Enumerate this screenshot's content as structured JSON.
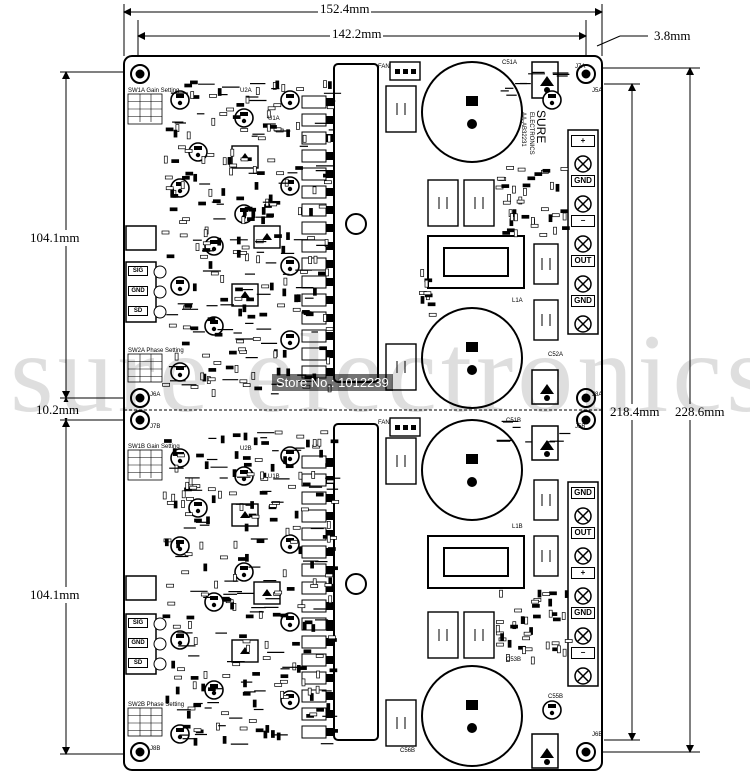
{
  "dimensions": {
    "width_total": "152.4mm",
    "width_holes": "142.2mm",
    "hole_offset": "3.8mm",
    "height_upper": "104.1mm",
    "gap": "10.2mm",
    "height_lower": "104.1mm",
    "height_holes": "218.4mm",
    "height_total": "228.6mm"
  },
  "watermark": {
    "main": "sure electronics",
    "store": "Store No.: 1012239"
  },
  "brand": {
    "name": "SURE",
    "sub": "ELECTRONICS",
    "part": "AA-AB32231"
  },
  "board_labels": {
    "gain_a": "SW1A Gain Setting",
    "phase_a": "SW2A Phase Setting",
    "gain_b": "SW1B Gain Setting",
    "phase_b": "SW2B Phase Setting",
    "fan_top": "FAN",
    "fan_bottom": "FAN"
  },
  "terminals": {
    "upper": [
      "+",
      "GND",
      "−",
      "OUT",
      "GND"
    ],
    "lower": [
      "GND",
      "OUT",
      "+",
      "GND",
      "−"
    ]
  },
  "signal_conn": {
    "upper": [
      "SIG",
      "GND",
      "SD"
    ],
    "lower": [
      "SIG",
      "GND",
      "SD"
    ]
  },
  "refs": {
    "r1": "J7A",
    "r2": "J5A",
    "r3": "J6A",
    "r4": "J8A",
    "r5": "J7B",
    "r6": "J5B",
    "r7": "J8B",
    "r8": "J6B",
    "c1": "C51A",
    "c2": "C52A",
    "c3": "C51B",
    "c4": "C53B",
    "c5": "C55B",
    "c6": "C56B",
    "l1": "L1A",
    "l2": "L1B",
    "u1": "U1A",
    "u2": "U1B",
    "u3": "U2A",
    "u4": "U2B"
  }
}
